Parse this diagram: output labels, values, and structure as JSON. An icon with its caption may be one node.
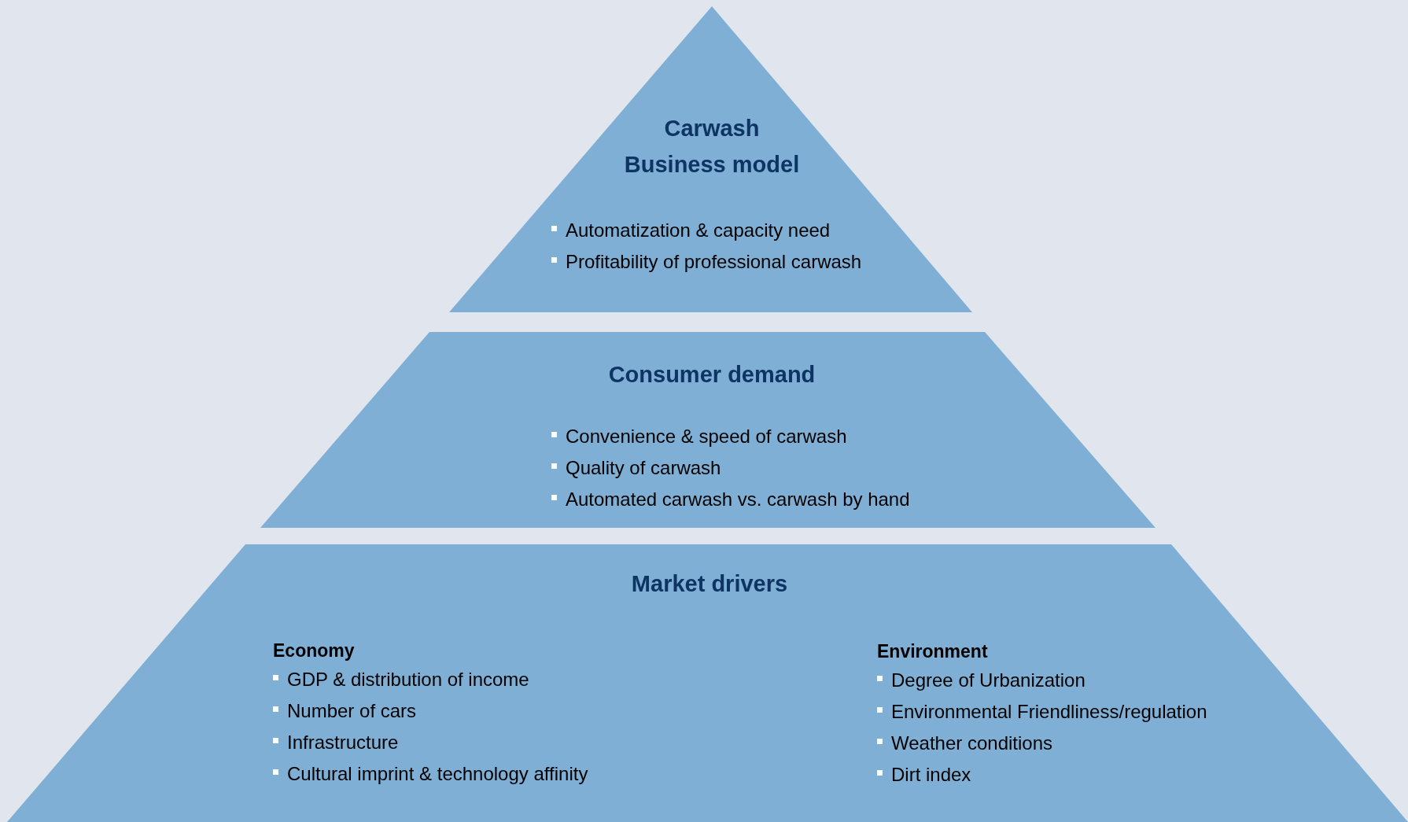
{
  "diagram": {
    "nodes": [
      {
        "text": [
          "Carwash Business model",
          "Automatization & capacity need",
          "Profitability of professional carwash"
        ]
      },
      {
        "text": [
          "Consumer demand",
          "Convenience & speed of carwash",
          "Quality of carwash",
          "Automated carwash vs. carwash by hand"
        ]
      },
      {
        "text": [
          "Market drivers",
          "Economy",
          "GDP & distribution of income",
          "Number of cars",
          "Infrastructure",
          "Cultural imprint & technology affinity",
          "Environment",
          "Degree of Urbanization",
          "Environmental Friendliness/regulation",
          "Weather conditions",
          "Dirt index"
        ]
      }
    ],
    "edges": []
  }
}
